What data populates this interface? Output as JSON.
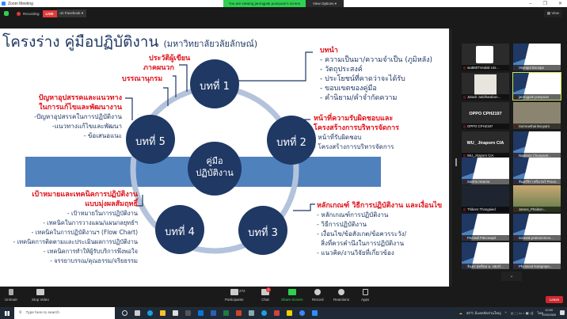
{
  "window": {
    "title": "Zoom Meeting",
    "viewing_banner": "You are viewing jarongpak pumpuan's screen",
    "view_options_label": "View Options",
    "controls": [
      "minimize",
      "restore",
      "close"
    ]
  },
  "topbar": {
    "recording_label": "Recording",
    "live_label": "LIVE",
    "live_target": "on Facebook",
    "view_label": "View"
  },
  "slide": {
    "title": "โครงร่าง คู่มือปฏิบัติงาน",
    "subtitle": "(มหาวิทยาลัยวลัยลักษณ์)",
    "center": [
      "คู่มือ",
      "ปฏิบัติงาน"
    ],
    "chapters": [
      {
        "label": "บทที่ 1"
      },
      {
        "label": "บทที่ 2"
      },
      {
        "label": "บทที่ 3"
      },
      {
        "label": "บทที่ 4"
      },
      {
        "label": "บทที่ 5"
      }
    ],
    "extras": [
      "ประวัติผู้เขียน",
      "ภาคผนวก",
      "บรรณานุกรม"
    ],
    "ch1": {
      "heading": "บทนำ",
      "items": [
        "- ความเป็นมา/ความจำเป็น (ภูมิหลัง)",
        "- วัตถุประสงค์",
        "- ประโยชน์ที่คาดว่าจะได้รับ",
        "- ขอบเขตของคู่มือ",
        "- คำนิยาม/คำจำกัดความ"
      ]
    },
    "ch2": {
      "heading": [
        "หน้าที่ความรับผิดชอบและ",
        "โครงสร้างการบริหารจัดการ"
      ],
      "items": [
        "- หน้าที่รับผิดชอบ",
        "- โครงสร้างการบริหารจัดการ"
      ]
    },
    "ch3": {
      "heading": "หลักเกณฑ์ วิธีการปฏิบัติงาน และเงื่อนไข",
      "items": [
        "- หลักเกณฑ์การปฏิบัติงาน",
        "- วิธีการปฏิบัติงาน",
        "- เงื่อนไข/ข้อสังเกต/ข้อควรระวัง/",
        "  สิ่งที่ควรคำนึงในการปฏิบัติงาน",
        "- แนวคิด/งานวิจัยที่เกี่ยวข้อง"
      ]
    },
    "ch4": {
      "heading": [
        "เป้าหมายและเทคนิคการปฏิบัติงาน",
        "แบบมุ่งผลสัมฤทธิ์"
      ],
      "items": [
        "- เป้าหมายในการปฏิบัติงาน",
        "- เทคนิคในการวางแผน/แผนกลยุทธ์ฯ",
        "- เทคนิคในการปฏิบัติงานฯ (Flow Chart)",
        "- เทคนิคการติดตามและประเมินผลการปฏิบัติงาน",
        "- เทคนิคการทำให้ผู้รับบริการพึงพอใจ",
        "- จรรยาบรรณ/คุณธรรม/จริยธรรม"
      ]
    },
    "ch5": {
      "heading": [
        "ปัญหาอุปสรรคและแนวทาง",
        "ในการแก้ไขและพัฒนางาน"
      ],
      "items": [
        "-ปัญหาอุปสรรคในการปฏิบัติงาน",
        "-แนวทางแก้ไขและพัฒนา",
        "- ข้อเสนอแนะ"
      ]
    }
  },
  "gallery": {
    "participants": [
      {
        "name": "wuBMITVealak Uni...",
        "type": "logo"
      },
      {
        "name": "Veerajut Boonpa",
        "type": "video"
      },
      {
        "name": "Jatuvit Jutidharabon...",
        "type": "video"
      },
      {
        "name": "jarongpak pumpuan",
        "type": "video",
        "active": true
      },
      {
        "name": "OPPO CPH2197",
        "type": "name",
        "display": "OPPO CPH2197"
      },
      {
        "name": "Somruethai Bouyam",
        "type": "video"
      },
      {
        "name": "WU_Jiraporn CIA",
        "type": "name",
        "display": "WU_ Jiraporn CIA"
      },
      {
        "name": "Nadnara Chuaysatr...",
        "type": "video"
      },
      {
        "name": "Salitha Hearna",
        "type": "video"
      },
      {
        "name": "จันทร์จิรา ศรีมาตร์ Proun...",
        "type": "video"
      },
      {
        "name": "Thikorn Thongaied",
        "type": "video"
      },
      {
        "name": "James_Phaibon...",
        "type": "video"
      },
      {
        "name": "Peeradi Palcoeapit",
        "type": "video"
      },
      {
        "name": "somsak pratoommon...",
        "type": "video"
      },
      {
        "name": "จันทร สุทธิดล ม. ปตุปร์...",
        "type": "video"
      },
      {
        "name": "Phirasoot Kaingmpa...",
        "type": "video"
      }
    ],
    "scroll_down": "⌄"
  },
  "toolbar": {
    "unmute": "Unmute",
    "stop_video": "Stop Video",
    "participants": "Participants",
    "participants_count": "272",
    "chat": "Chat",
    "chat_badge": "1",
    "share_screen": "Share Screen",
    "record": "Record",
    "reactions": "Reactions",
    "apps": "Apps",
    "leave": "Leave"
  },
  "taskbar": {
    "search_placeholder": "Type here to search",
    "weather": "33°C มีแดดจัดส่วนใหญ่",
    "lang": "ไทย",
    "time": "10:59",
    "date": "19/5/2565"
  }
}
